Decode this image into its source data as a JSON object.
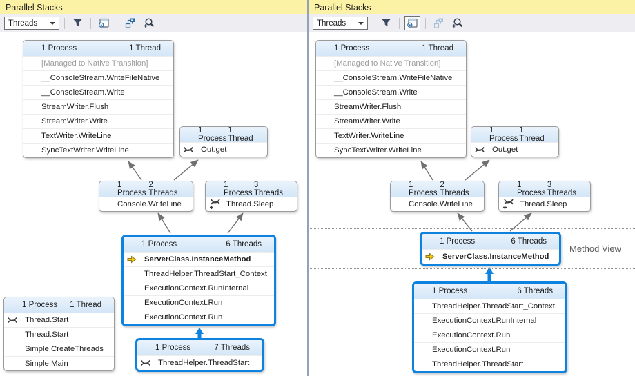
{
  "colors": {
    "highlight_blue": "#0d82de",
    "title_bar_yellow": "#fcf2a6",
    "arrow_gray": "#707070"
  },
  "panels": [
    {
      "id": "left",
      "title": "Parallel Stacks",
      "toolbar": {
        "dropdown_value": "Threads",
        "buttons": [
          {
            "icon": "filter",
            "state": "normal",
            "separator_before": false
          },
          {
            "icon": "method-view",
            "state": "normal",
            "separator_before": true
          },
          {
            "icon": "auto-scroll",
            "state": "normal",
            "separator_before": true
          },
          {
            "icon": "zoom-control",
            "state": "normal",
            "separator_before": false
          }
        ]
      },
      "boxes": [
        {
          "id": "stack-top",
          "header_left": "1 Process",
          "header_right": "1 Thread",
          "rows": [
            {
              "text": "[Managed to Native Transition]",
              "muted": true
            },
            {
              "text": "__ConsoleStream.WriteFileNative"
            },
            {
              "text": "__ConsoleStream.Write"
            },
            {
              "text": "StreamWriter.Flush"
            },
            {
              "text": "StreamWriter.Write"
            },
            {
              "text": "TextWriter.WriteLine"
            },
            {
              "text": "SyncTextWriter.WriteLine"
            }
          ]
        },
        {
          "id": "out-get",
          "header_left": "1 Process",
          "header_right": "1 Thread",
          "rows": [
            {
              "text": "Out.get",
              "icon": "threads"
            }
          ]
        },
        {
          "id": "console-writeline",
          "header_left": "1 Process",
          "header_right": "2 Threads",
          "rows": [
            {
              "text": "Console.WriteLine"
            }
          ]
        },
        {
          "id": "thread-sleep",
          "header_left": "1 Process",
          "header_right": "3 Threads",
          "rows": [
            {
              "text": "Thread.Sleep",
              "icon": "threads-plus"
            }
          ]
        },
        {
          "id": "server-class",
          "highlight": true,
          "header_left": "1 Process",
          "header_right": "6 Threads",
          "rows": [
            {
              "text": "ServerClass.InstanceMethod",
              "icon": "current-arrow",
              "bold": true
            },
            {
              "text": "ThreadHelper.ThreadStart_Context"
            },
            {
              "text": "ExecutionContext.RunInternal"
            },
            {
              "text": "ExecutionContext.Run"
            },
            {
              "text": "ExecutionContext.Run"
            }
          ]
        },
        {
          "id": "main-stack",
          "header_left": "1 Process",
          "header_right": "1 Thread",
          "rows": [
            {
              "text": "Thread.Start",
              "icon": "threads"
            },
            {
              "text": "Thread.Start"
            },
            {
              "text": "Simple.CreateThreads"
            },
            {
              "text": "Simple.Main"
            }
          ]
        },
        {
          "id": "thread-start",
          "highlight": true,
          "header_left": "1 Process",
          "header_right": "7 Threads",
          "rows": [
            {
              "text": "ThreadHelper.ThreadStart",
              "icon": "threads"
            }
          ]
        }
      ]
    },
    {
      "id": "right",
      "title": "Parallel Stacks",
      "method_view_label": "Method View",
      "toolbar": {
        "dropdown_value": "Threads",
        "buttons": [
          {
            "icon": "filter",
            "state": "normal",
            "separator_before": false
          },
          {
            "icon": "method-view",
            "state": "active",
            "separator_before": true
          },
          {
            "icon": "auto-scroll",
            "state": "disabled",
            "separator_before": true
          },
          {
            "icon": "zoom-control",
            "state": "normal",
            "separator_before": false
          }
        ]
      },
      "boxes": [
        {
          "id": "stack-top",
          "header_left": "1 Process",
          "header_right": "1 Thread",
          "rows": [
            {
              "text": "[Managed to Native Transition]",
              "muted": true
            },
            {
              "text": "__ConsoleStream.WriteFileNative"
            },
            {
              "text": "__ConsoleStream.Write"
            },
            {
              "text": "StreamWriter.Flush"
            },
            {
              "text": "StreamWriter.Write"
            },
            {
              "text": "TextWriter.WriteLine"
            },
            {
              "text": "SyncTextWriter.WriteLine"
            }
          ]
        },
        {
          "id": "out-get",
          "header_left": "1 Process",
          "header_right": "1 Thread",
          "rows": [
            {
              "text": "Out.get",
              "icon": "threads"
            }
          ]
        },
        {
          "id": "console-writeline",
          "header_left": "1 Process",
          "header_right": "2 Threads",
          "rows": [
            {
              "text": "Console.WriteLine"
            }
          ]
        },
        {
          "id": "thread-sleep",
          "header_left": "1 Process",
          "header_right": "3 Threads",
          "rows": [
            {
              "text": "Thread.Sleep",
              "icon": "threads-plus"
            }
          ]
        },
        {
          "id": "server-class",
          "highlight": true,
          "header_left": "1 Process",
          "header_right": "6 Threads",
          "rows": [
            {
              "text": "ServerClass.InstanceMethod",
              "icon": "current-arrow",
              "bold": true
            }
          ]
        },
        {
          "id": "bottom-stack",
          "highlight": true,
          "header_left": "1 Process",
          "header_right": "6 Threads",
          "rows": [
            {
              "text": "ThreadHelper.ThreadStart_Context"
            },
            {
              "text": "ExecutionContext.RunInternal"
            },
            {
              "text": "ExecutionContext.Run"
            },
            {
              "text": "ExecutionContext.Run"
            },
            {
              "text": "ThreadHelper.ThreadStart"
            }
          ]
        }
      ]
    }
  ]
}
